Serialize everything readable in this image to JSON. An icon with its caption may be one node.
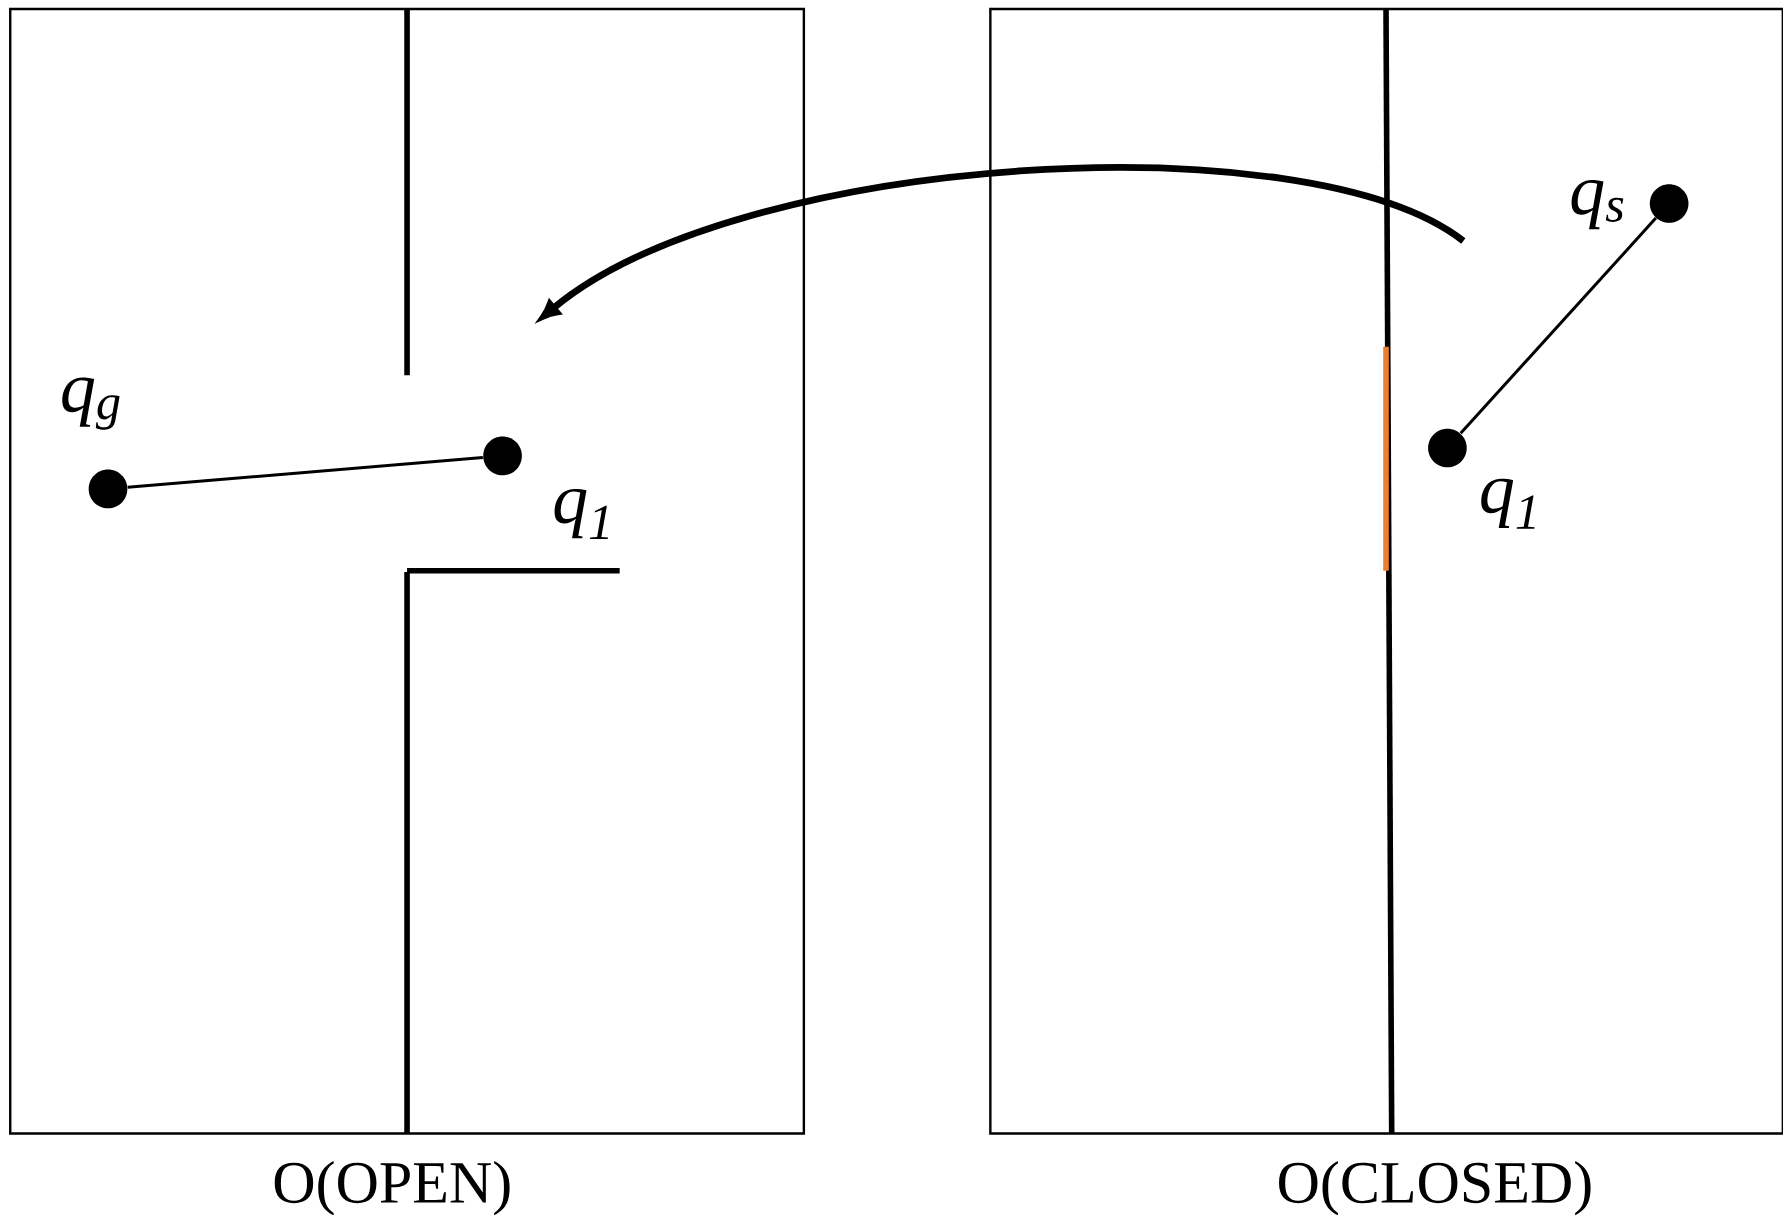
{
  "diagram": {
    "nodes": [
      {
        "text": [],
        "shape": "box",
        "beside": [
          "O(OPEN)"
        ]
      },
      {
        "text": [],
        "shape": "circle",
        "in": 0,
        "beside": [
          "q$_{g}$"
        ]
      },
      {
        "text": [],
        "shape": "circle",
        "in": 0,
        "beside": [
          "q$_{1}$"
        ]
      },
      {
        "text": [],
        "shape": "box",
        "beside": [
          "O(CLOSED)"
        ]
      },
      {
        "text": [],
        "shape": "circle",
        "in": 3,
        "beside": [
          "q$_{s}$"
        ]
      },
      {
        "text": [],
        "shape": "circle",
        "in": 3,
        "beside": [
          "q$_{1}$"
        ]
      }
    ],
    "edges": [
      {
        "from": 1,
        "to": 2,
        "arrow": "none"
      },
      {
        "from": 5,
        "to": 4,
        "arrow": "none"
      },
      {
        "from": null,
        "to": 2,
        "arrow": "to",
        "style": "thick"
      }
    ]
  }
}
